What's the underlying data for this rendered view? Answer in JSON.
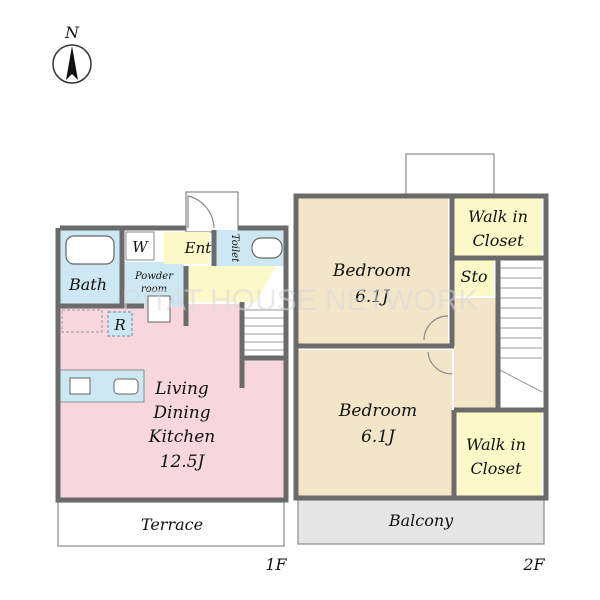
{
  "compass": {
    "label": "N"
  },
  "watermark": "PITAT HOUSE NETWORK",
  "floor1": {
    "caption": "1F",
    "rooms": {
      "bath": "Bath",
      "washer": "W",
      "powder_line1": "Powder",
      "powder_line2": "room",
      "entrance": "Ent",
      "toilet": "Toilet",
      "fridge": "R",
      "ldk_line1": "Living",
      "ldk_line2": "Dining",
      "ldk_line3": "Kitchen",
      "ldk_size": "12.5J",
      "terrace": "Terrace"
    }
  },
  "floor2": {
    "caption": "2F",
    "rooms": {
      "bedroom1_name": "Bedroom",
      "bedroom1_size": "6.1J",
      "bedroom2_name": "Bedroom",
      "bedroom2_size": "6.1J",
      "wic1_line1": "Walk in",
      "wic1_line2": "Closet",
      "wic2_line1": "Walk in",
      "wic2_line2": "Closet",
      "storage": "Sto",
      "balcony": "Balcony"
    }
  },
  "colors": {
    "ldk": "#f7d7dd",
    "bedroom": "#f3e6c8",
    "closet": "#fbf9c8",
    "wet_area": "#cde8f2",
    "entrance": "#fbf9c8",
    "balcony": "#e6e6e6",
    "wall": "#6b6b6b"
  }
}
